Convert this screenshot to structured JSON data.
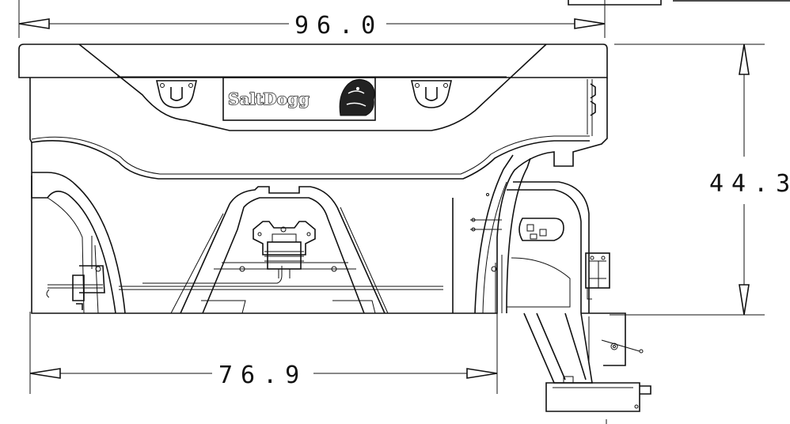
{
  "dimensions": {
    "overall_width": "96.0",
    "height": "44.3",
    "body_length": "76.9"
  },
  "brand": {
    "logo_text": "SaltDogg"
  }
}
